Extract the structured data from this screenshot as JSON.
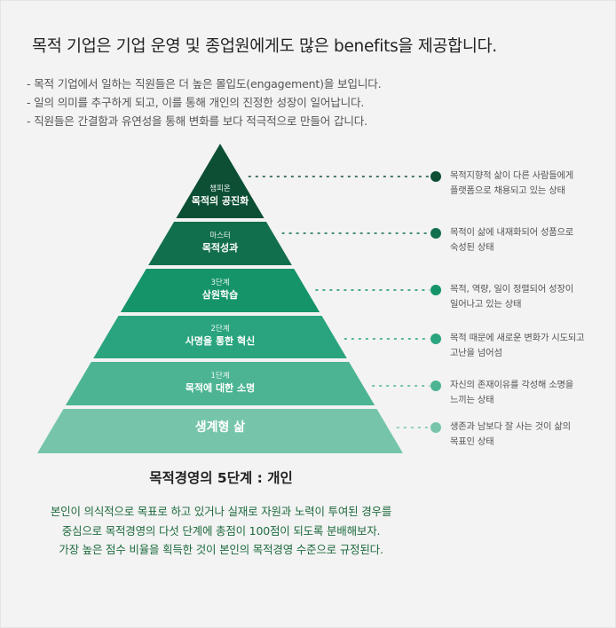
{
  "header": {
    "title": "목적 기업은 기업 운영 및 종업원에게도 많은 benefits을 제공합니다.",
    "bullets": [
      "- 목적 기업에서 일하는 직원들은 더 높은 몰입도(engagement)을 보입니다.",
      "- 일의 의미를 추구하게 되고, 이를 통해 개인의 진정한 성장이 일어납니다.",
      "- 직원들은 간결함과 유연성을 통해 변화를 보다 적극적으로 만들어 갑니다."
    ]
  },
  "pyramid": {
    "tiers": [
      {
        "stage": "챔피온",
        "name": "목적의 공진화",
        "color": "#0c4f34",
        "desc": [
          "목적지향적 삶이 다른 사람들에게",
          "플랫폼으로 채용되고 있는 상태"
        ]
      },
      {
        "stage": "마스터",
        "name": "목적성과",
        "color": "#126f4d",
        "desc": [
          "목적이 삶에 내재화되어 성품으로",
          "숙성된 상태"
        ]
      },
      {
        "stage": "3단계",
        "name": "삼원학습",
        "color": "#15946a",
        "desc": [
          "목적, 역량, 일이 정렬되어 성장이",
          "일어나고 있는 상태"
        ]
      },
      {
        "stage": "2단계",
        "name": "사명을 통한 혁신",
        "color": "#2aa47e",
        "desc": [
          "목적 때문에 새로운 변화가 시도되고",
          "고난을 넘어섬"
        ]
      },
      {
        "stage": "1단계",
        "name": "목적에 대한 소명",
        "color": "#4cb493",
        "desc": [
          "자신의 존재이유를 각성해 소명을",
          "느끼는 상태"
        ]
      },
      {
        "stage": "",
        "name": "생계형 삶",
        "color": "#76c5aa",
        "desc": [
          "생존과 남보다 잘 사는 것이 삶의",
          "목표인 상태"
        ]
      }
    ]
  },
  "footer": {
    "subtitle": "목적경영의 5단계 : 개인",
    "summary": [
      "본인이 의식적으로 목표로 하고 있거나 실재로 자원과 노력이 투여된 경우를",
      "중심으로 목적경영의 다섯 단계에 총점이 100점이 되도록 분배해보자.",
      "가장 높은 점수 비율을 획득한 것이 본인의 목적경영 수준으로 규정된다."
    ]
  }
}
